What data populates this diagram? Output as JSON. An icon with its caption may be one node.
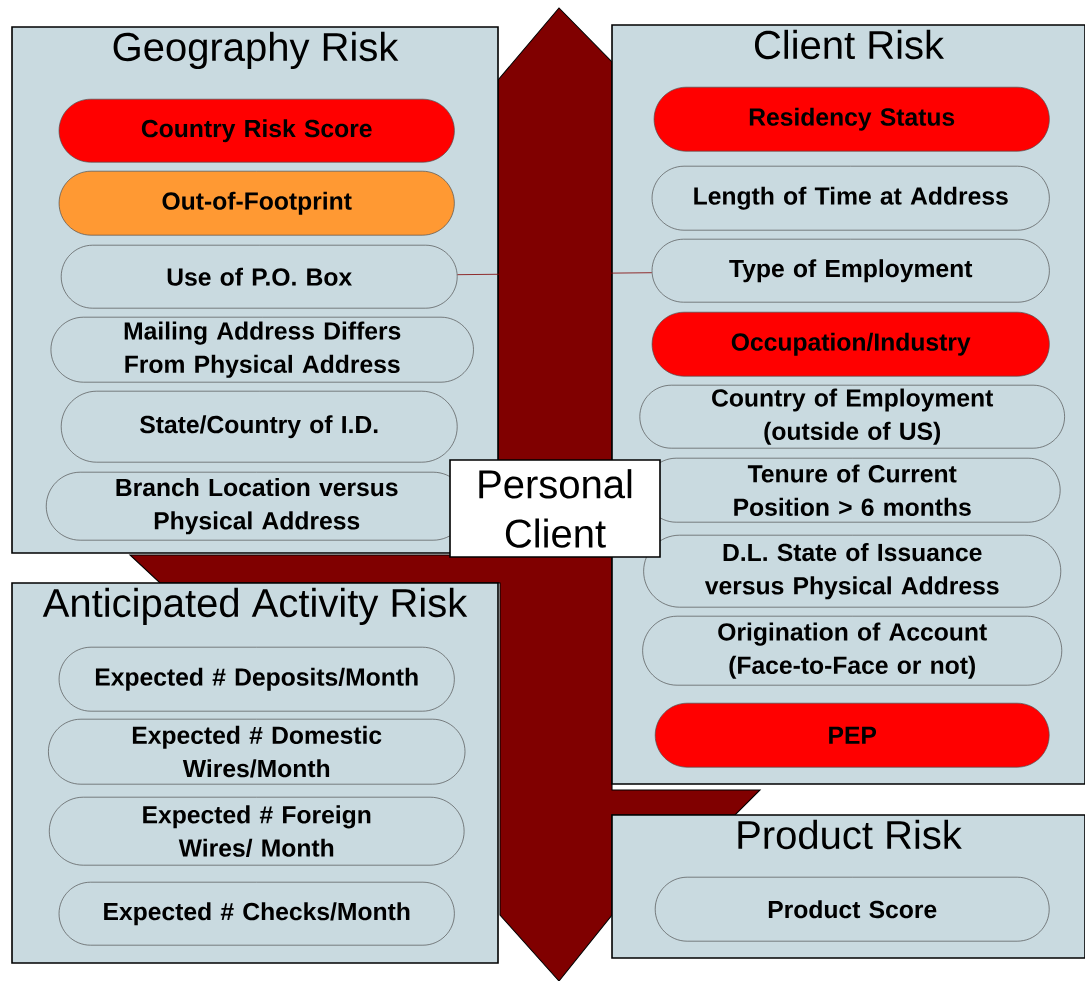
{
  "diagram": {
    "nodes": [
      {
        "text": [
          "Geography Risk"
        ]
      },
      {
        "text": [
          "Country Risk Score"
        ],
        "in": 0
      },
      {
        "text": [
          "Out-of-Footprint"
        ],
        "in": 0
      },
      {
        "text": [
          "Use of P.O. Box"
        ],
        "in": 0
      },
      {
        "text": [
          "Mailing Address Differs From Physical Address"
        ],
        "in": 0
      },
      {
        "text": [
          "State/Country of I.D."
        ],
        "in": 0
      },
      {
        "text": [
          "Branch Location versus Physical Address"
        ],
        "in": 0
      },
      {
        "text": [
          "Client Risk"
        ]
      },
      {
        "text": [
          "Residency Status"
        ],
        "in": 7
      },
      {
        "text": [
          "Length of Time at Address"
        ],
        "in": 7
      },
      {
        "text": [
          "Type of Employment"
        ],
        "in": 7
      },
      {
        "text": [
          "Occupation/Industry"
        ],
        "in": 7
      },
      {
        "text": [
          "Country of Employment (outside of US)"
        ],
        "in": 7
      },
      {
        "text": [
          "Tenure of Current Position > 6 months"
        ],
        "in": 7
      },
      {
        "text": [
          "D.L. State of Issuance versus Physical Address"
        ],
        "in": 7
      },
      {
        "text": [
          "Origination of Account (Face-to-Face or not)"
        ],
        "in": 7
      },
      {
        "text": [
          "PEP"
        ],
        "in": 7
      },
      {
        "text": [
          "Personal Client"
        ]
      },
      {
        "text": [
          "Anticipated Activity Risk"
        ]
      },
      {
        "text": [
          "Expected # Deposits/Month"
        ],
        "in": 18
      },
      {
        "text": [
          "Expected # Domestic Wires/Month"
        ],
        "in": 18
      },
      {
        "text": [
          "Expected # Foreign Wires/ Month"
        ],
        "in": 18
      },
      {
        "text": [
          "Expected # Checks/Month"
        ],
        "in": 18
      },
      {
        "text": [
          "Product Risk"
        ]
      },
      {
        "text": [
          "Product Score"
        ],
        "in": 23
      }
    ],
    "edges": [
      {
        "from": 3,
        "to": 10,
        "arrow": "none",
        "color": "#800000"
      }
    ]
  }
}
